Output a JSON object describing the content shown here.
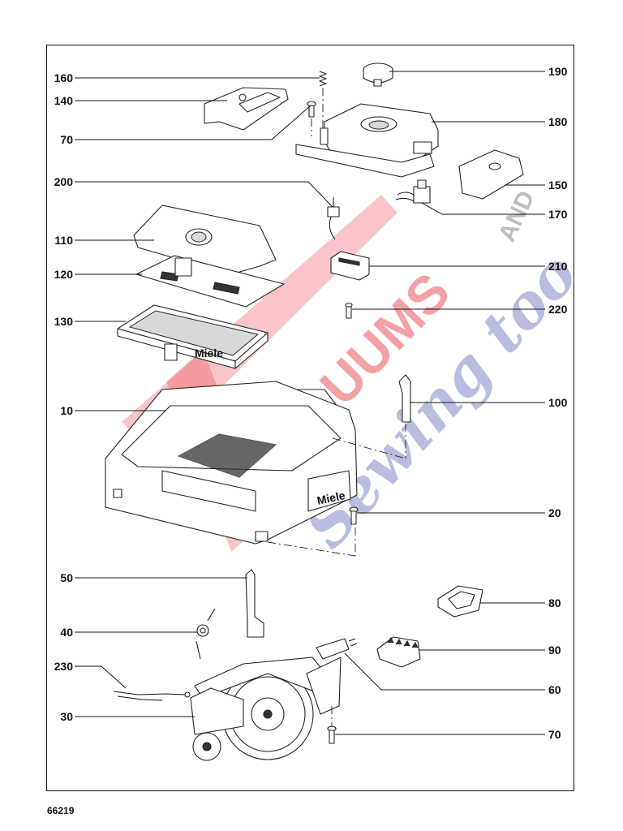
{
  "figure_code": "66219",
  "watermark": {
    "brand": "VACUUMS",
    "and": "AND",
    "tagline": "Sewing too"
  },
  "callouts": [
    {
      "id": "160",
      "label": "160"
    },
    {
      "id": "140",
      "label": "140"
    },
    {
      "id": "70a",
      "label": "70"
    },
    {
      "id": "200",
      "label": "200"
    },
    {
      "id": "110",
      "label": "110"
    },
    {
      "id": "120",
      "label": "120"
    },
    {
      "id": "130",
      "label": "130"
    },
    {
      "id": "10",
      "label": "10"
    },
    {
      "id": "50",
      "label": "50"
    },
    {
      "id": "40",
      "label": "40"
    },
    {
      "id": "230",
      "label": "230"
    },
    {
      "id": "30",
      "label": "30"
    },
    {
      "id": "190",
      "label": "190"
    },
    {
      "id": "180",
      "label": "180"
    },
    {
      "id": "150",
      "label": "150"
    },
    {
      "id": "170",
      "label": "170"
    },
    {
      "id": "210",
      "label": "210"
    },
    {
      "id": "220",
      "label": "220"
    },
    {
      "id": "100",
      "label": "100"
    },
    {
      "id": "20",
      "label": "20"
    },
    {
      "id": "80",
      "label": "80"
    },
    {
      "id": "90",
      "label": "90"
    },
    {
      "id": "60",
      "label": "60"
    },
    {
      "id": "70b",
      "label": "70"
    }
  ],
  "filter_brand": "Miele",
  "housing_mark": "Miele"
}
